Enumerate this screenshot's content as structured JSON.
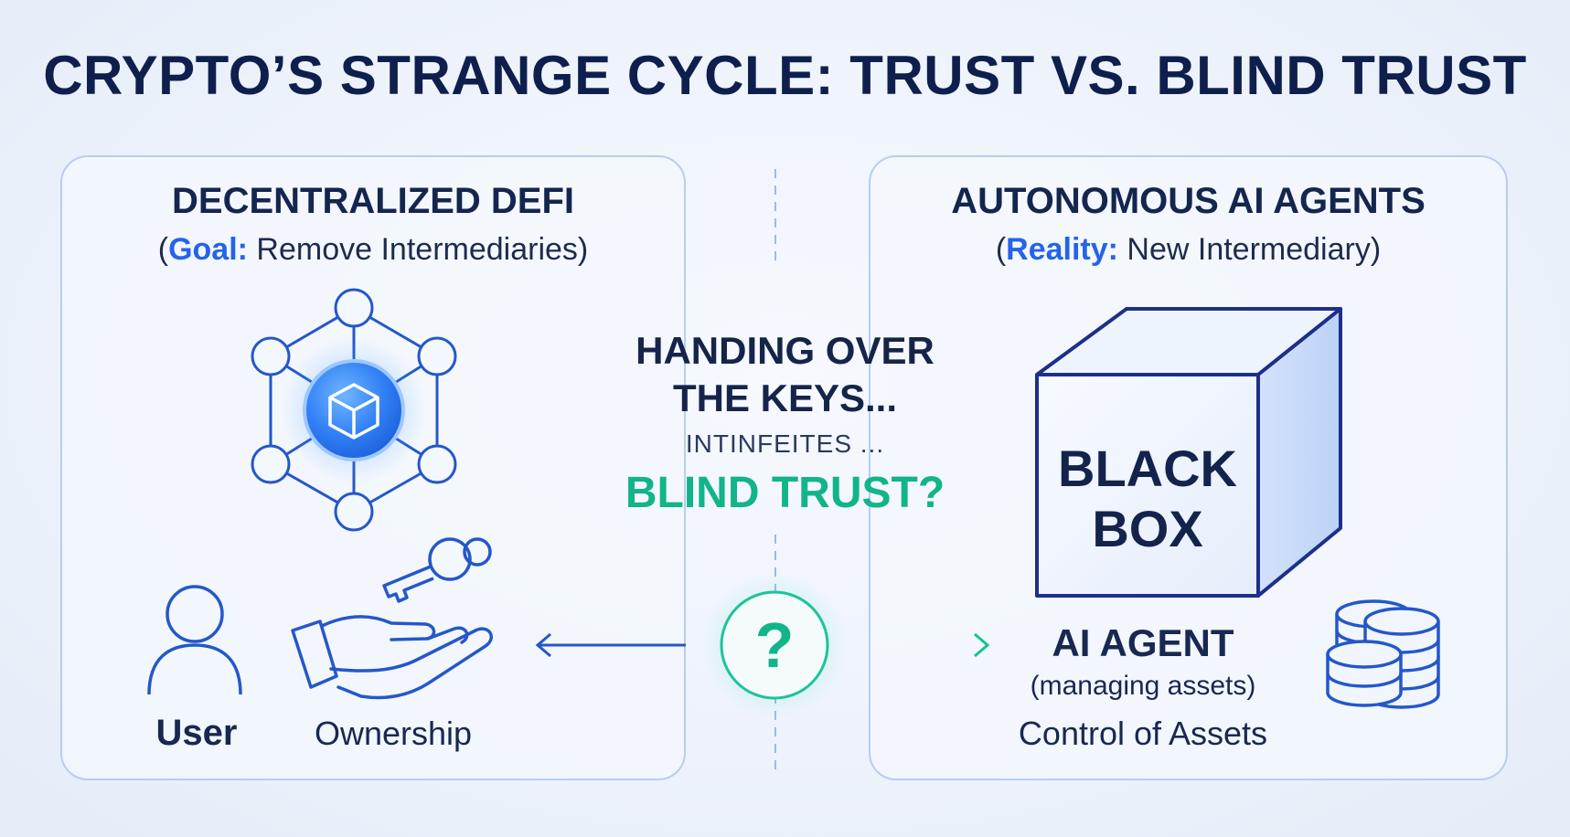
{
  "title": "CRYPTO’S STRANGE CYCLE: TRUST VS. BLIND TRUST",
  "left_panel": {
    "title": "DECENTRALIZED DEFI",
    "subtitle_open": "(",
    "subtitle_accent": "Goal:",
    "subtitle_rest": " Remove Intermediaries)",
    "user_label": "User",
    "ownership_label": "Ownership"
  },
  "center": {
    "line1": "HANDING OVER",
    "line2": "THE KEYS...",
    "line3": "INTINFEITES ...",
    "line4": "BLIND TRUST?",
    "question_mark": "?"
  },
  "right_panel": {
    "title": "AUTONOMOUS AI AGENTS",
    "subtitle_open": "(",
    "subtitle_accent": "Reality:",
    "subtitle_rest": " New Intermediary)",
    "box_line1": "BLACK",
    "box_line2": "BOX",
    "agent_label": "AI AGENT",
    "agent_sub": "(managing assets)",
    "agent_control": "Control of Assets"
  },
  "colors": {
    "navy": "#16244a",
    "accent_blue": "#2563eb",
    "teal": "#12b48a",
    "panel_border": "#b7cdf0"
  }
}
